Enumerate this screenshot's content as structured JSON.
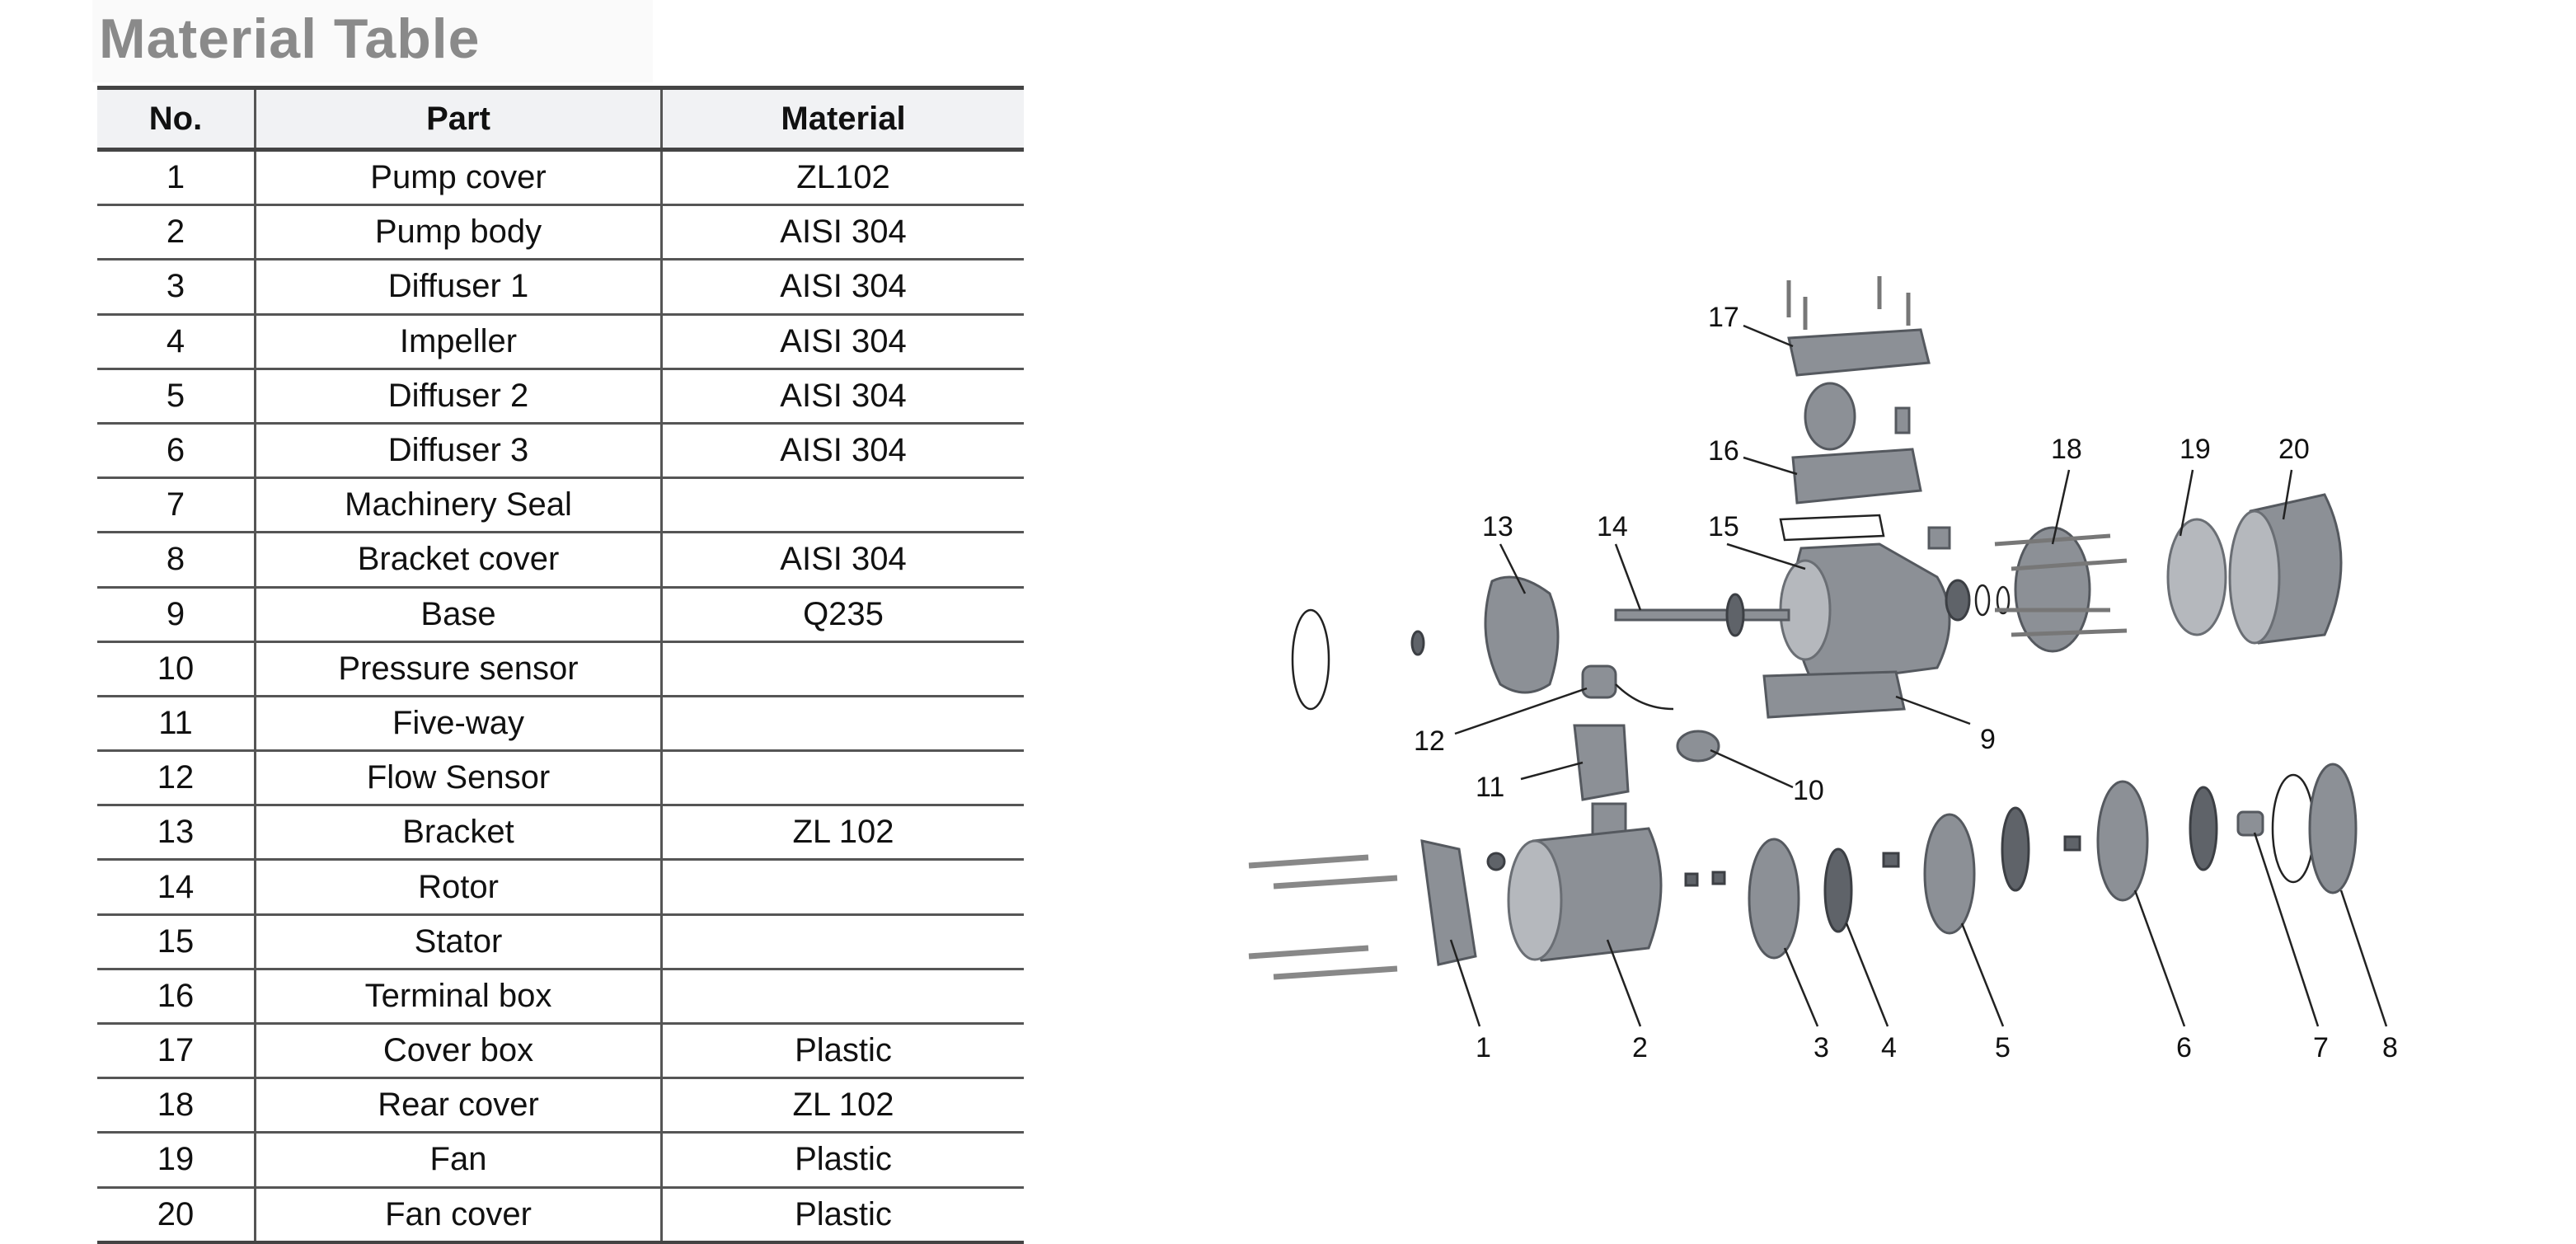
{
  "title": "Material Table",
  "table": {
    "headers": [
      "No.",
      "Part",
      "Material"
    ],
    "rows": [
      [
        "1",
        "Pump cover",
        "ZL102"
      ],
      [
        "2",
        "Pump body",
        "AISI 304"
      ],
      [
        "3",
        "Diffuser 1",
        "AISI 304"
      ],
      [
        "4",
        "Impeller",
        "AISI 304"
      ],
      [
        "5",
        "Diffuser 2",
        "AISI 304"
      ],
      [
        "6",
        "Diffuser 3",
        "AISI 304"
      ],
      [
        "7",
        "Machinery Seal",
        ""
      ],
      [
        "8",
        "Bracket cover",
        "AISI 304"
      ],
      [
        "9",
        "Base",
        "Q235"
      ],
      [
        "10",
        "Pressure sensor",
        ""
      ],
      [
        "11",
        "Five-way",
        ""
      ],
      [
        "12",
        "Flow Sensor",
        ""
      ],
      [
        "13",
        "Bracket",
        "ZL 102"
      ],
      [
        "14",
        "Rotor",
        ""
      ],
      [
        "15",
        "Stator",
        ""
      ],
      [
        "16",
        "Terminal box",
        ""
      ],
      [
        "17",
        "Cover box",
        "Plastic"
      ],
      [
        "18",
        "Rear cover",
        "ZL 102"
      ],
      [
        "19",
        "Fan",
        "Plastic"
      ],
      [
        "20",
        "Fan cover",
        "Plastic"
      ]
    ]
  },
  "diagram": {
    "labels": [
      "1",
      "2",
      "3",
      "4",
      "5",
      "6",
      "7",
      "8",
      "9",
      "10",
      "11",
      "12",
      "13",
      "14",
      "15",
      "16",
      "17",
      "18",
      "19",
      "20"
    ]
  }
}
